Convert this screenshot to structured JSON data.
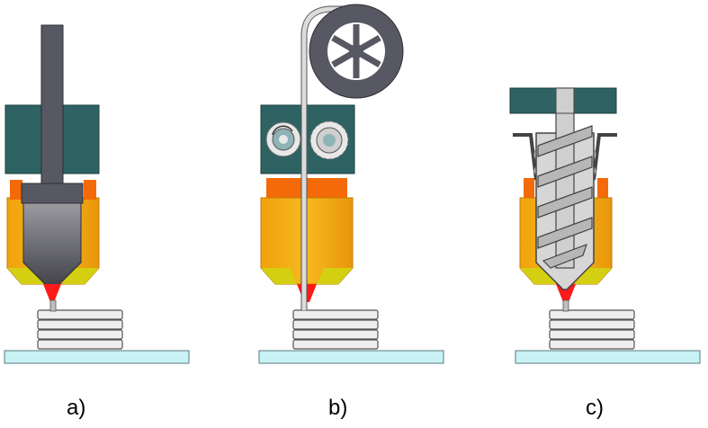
{
  "panels": [
    {
      "label": "a)",
      "type": "piston-extruder"
    },
    {
      "label": "b)",
      "type": "filament-extruder"
    },
    {
      "label": "c)",
      "type": "screw-extruder"
    }
  ],
  "colors": {
    "extruder_block": "#2f6363",
    "plunger": "#575863",
    "heater": "#f0a20c",
    "heater_highlight": "#f46a08",
    "nozzle_tip": "#ff1a1a",
    "nozzle_inner": "#d4d011",
    "filament": "#bfbfbf",
    "printed_layer": "#eeeeee",
    "bed": "#c9f2f4",
    "outline": "#3a3a3a"
  },
  "icons": [
    "spool-icon",
    "drive-gear-icon",
    "idler-gear-icon",
    "screw-icon"
  ]
}
